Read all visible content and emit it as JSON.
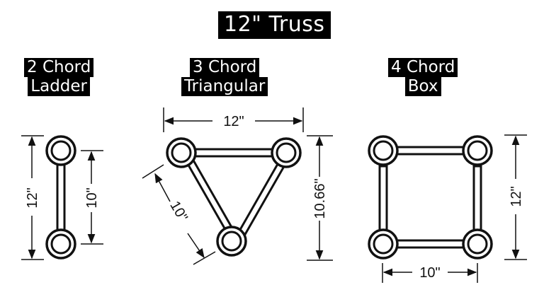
{
  "title": "12\" Truss",
  "configs": [
    {
      "line1": "2 Chord",
      "line2": "Ladder",
      "outer_dim": "12\"",
      "inner_dim": "10\""
    },
    {
      "line1": "3 Chord",
      "line2": "Triangular",
      "width_dim": "12\"",
      "height_dim": "10.66\"",
      "side_dim": "10\""
    },
    {
      "line1": "4 Chord",
      "line2": "Box",
      "height_dim": "12\"",
      "width_dim": "10\""
    }
  ],
  "colors": {
    "label_bg": "#000000",
    "label_text": "#ffffff",
    "line": "#111111"
  }
}
